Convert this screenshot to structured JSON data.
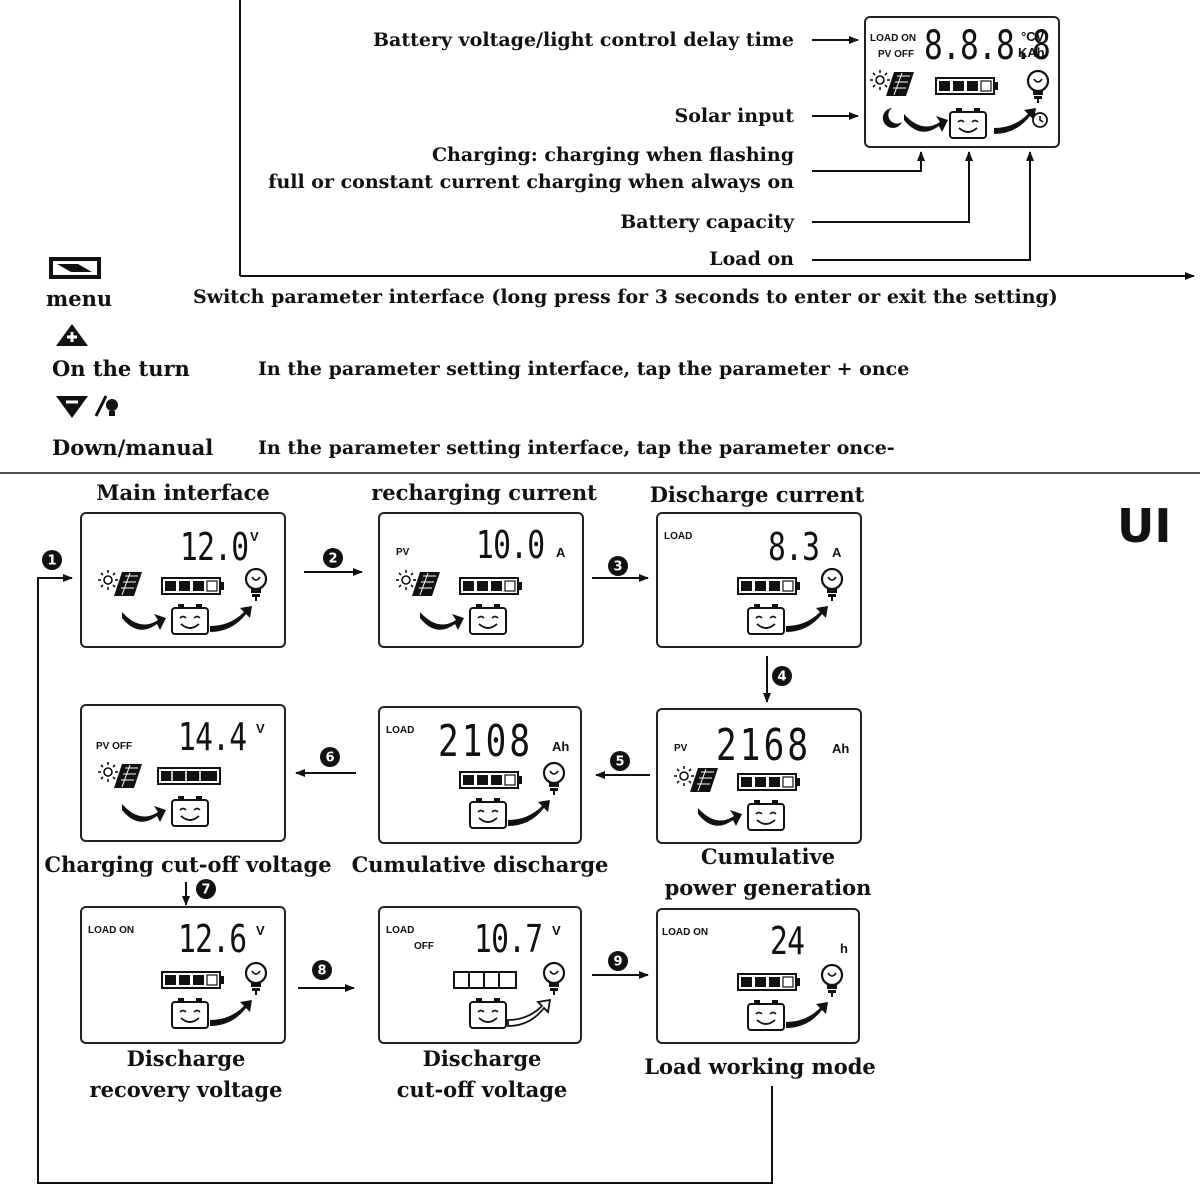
{
  "legend": {
    "voltage": "Battery voltage/light control delay time",
    "solar": "Solar input",
    "charging_1": "Charging: charging when flashing",
    "charging_2": "full or constant current charging when always on",
    "capacity": "Battery capacity",
    "load_on": "Load on"
  },
  "legend_lcd": {
    "digits": "8.8.8.8",
    "ind_load_on": "LOAD ON",
    "ind_pv_off": "PV OFF",
    "unit_1": "°CV",
    "unit_2": "KAh"
  },
  "buttons": {
    "menu": {
      "name": "menu",
      "desc": "Switch parameter interface (long press for 3 seconds to enter or exit the setting)"
    },
    "up": {
      "name": "On the turn",
      "desc": "In the parameter setting interface, tap the parameter + once"
    },
    "down": {
      "name": "Down/manual",
      "desc": "In the parameter setting interface, tap the parameter once-"
    }
  },
  "ui_label": "UI",
  "steps": [
    "1",
    "2",
    "3",
    "4",
    "5",
    "6",
    "7",
    "8",
    "9"
  ],
  "screens": [
    {
      "title": "Main interface",
      "value": "12.0",
      "unit": "V",
      "indicator": ""
    },
    {
      "title": "recharging current",
      "value": "10.0",
      "unit": "A",
      "indicator": "PV"
    },
    {
      "title": "Discharge current",
      "value": "8.3",
      "unit": "A",
      "indicator": "LOAD"
    },
    {
      "title_1": "Cumulative",
      "title_2": "power generation",
      "value": "2168",
      "unit": "Ah",
      "indicator": "PV"
    },
    {
      "title": "Cumulative discharge",
      "value": "2108",
      "unit": "Ah",
      "indicator": "LOAD"
    },
    {
      "title": "Charging cut-off voltage",
      "value": "14.4",
      "unit": "V",
      "indicator": "PV OFF"
    },
    {
      "title_1": "Discharge",
      "title_2": "recovery voltage",
      "value": "12.6",
      "unit": "V",
      "indicator": "LOAD ON"
    },
    {
      "title_1": "Discharge",
      "title_2": "cut-off voltage",
      "value": "10.7",
      "unit": "V",
      "indicator": "LOAD",
      "indicator_2": "OFF"
    },
    {
      "title": "Load working mode",
      "value": "24",
      "unit": "h",
      "indicator": "LOAD ON"
    }
  ],
  "colors": {
    "ink": "#111111",
    "background": "#ffffff"
  }
}
